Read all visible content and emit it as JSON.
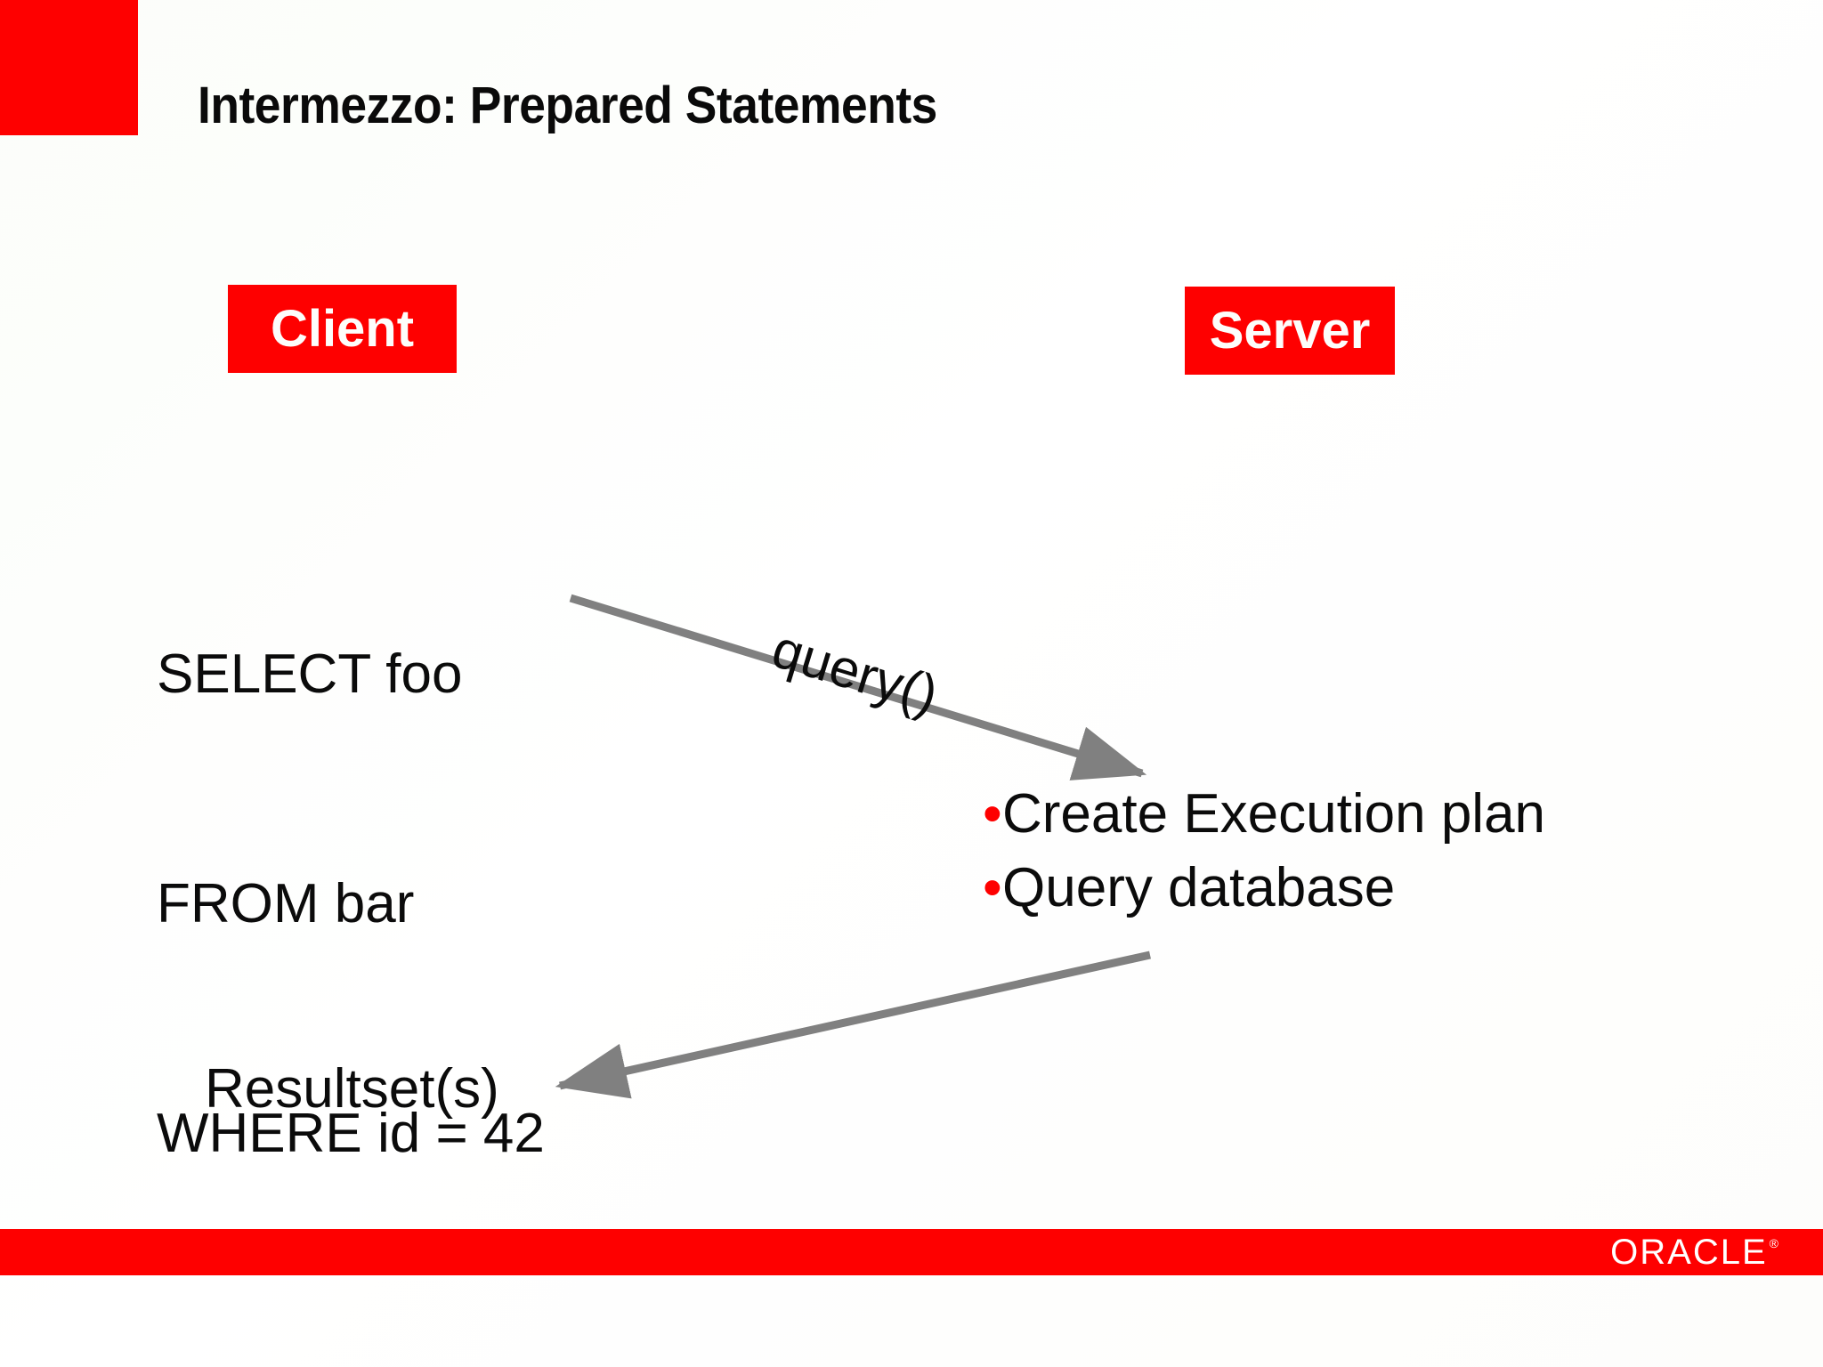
{
  "slide": {
    "title": "Intermezzo: Prepared Statements",
    "background_color": "#ffffff",
    "accent_color": "#fe0000",
    "arrow_color": "#808080",
    "text_color": "#0b0b0b"
  },
  "corner_block": {
    "name": "red-corner-block",
    "color": "#fe0000"
  },
  "lanes": {
    "client": {
      "label": "Client",
      "background_color": "#fe0000",
      "text_color": "#ffffff"
    },
    "server": {
      "label": "Server",
      "background_color": "#fe0000",
      "text_color": "#ffffff"
    }
  },
  "client_sql": {
    "lines": [
      "SELECT foo",
      "FROM bar",
      "WHERE id = 42"
    ],
    "full_text": "SELECT foo FROM bar WHERE id = 42"
  },
  "flows": [
    {
      "label": "query()",
      "direction": "client-to-server",
      "color": "#808080"
    },
    {
      "label": "",
      "direction": "server-to-client",
      "color": "#808080"
    }
  ],
  "server_steps": {
    "bullet_char": "•",
    "bullet_color": "#fe0000",
    "items": [
      "Create Execution plan",
      "Query database"
    ]
  },
  "client_result": {
    "label": "Resultset(s)"
  },
  "footer": {
    "bar_color": "#fe0000",
    "logo_text": "ORACLE",
    "logo_registered_mark": "®"
  }
}
